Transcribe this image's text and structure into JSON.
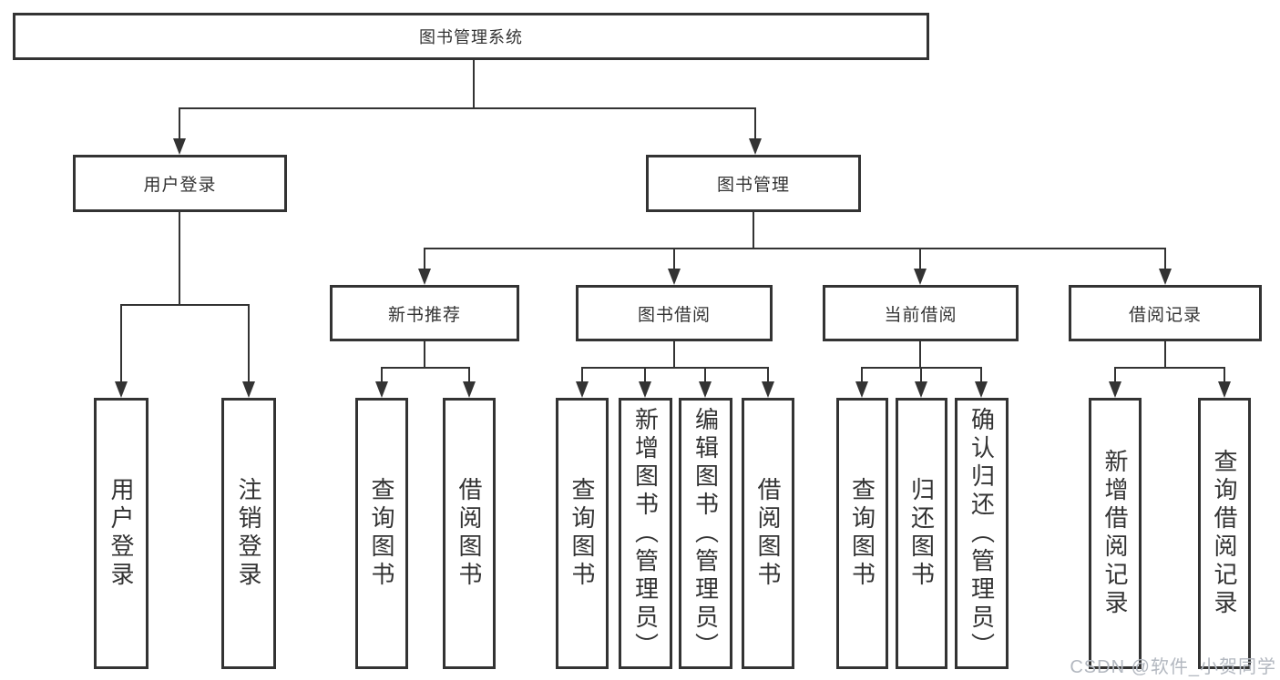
{
  "diagram": {
    "root": {
      "label": "图书管理系统"
    },
    "branches": [
      {
        "label": "用户登录",
        "children": [
          {
            "label": "用户登录"
          },
          {
            "label": "注销登录"
          }
        ]
      },
      {
        "label": "图书管理",
        "children": [
          {
            "label": "新书推荐",
            "children": [
              {
                "label": "查询图书"
              },
              {
                "label": "借阅图书"
              }
            ]
          },
          {
            "label": "图书借阅",
            "children": [
              {
                "label": "查询图书"
              },
              {
                "label": "新增图书（管理员）"
              },
              {
                "label": "编辑图书（管理员）"
              },
              {
                "label": "借阅图书"
              }
            ]
          },
          {
            "label": "当前借阅",
            "children": [
              {
                "label": "查询图书"
              },
              {
                "label": "归还图书"
              },
              {
                "label": "确认归还（管理员）"
              }
            ]
          },
          {
            "label": "借阅记录",
            "children": [
              {
                "label": "新增借阅记录"
              },
              {
                "label": "查询借阅记录"
              }
            ]
          }
        ]
      }
    ]
  },
  "watermark": {
    "text": "CSDN @软件_小贺同学"
  },
  "colors": {
    "line": "#333333",
    "node_border": "#333333",
    "node_fill": "#ffffff",
    "text": "#333333",
    "watermark": "#b3b8c0",
    "background": "#ffffff"
  }
}
